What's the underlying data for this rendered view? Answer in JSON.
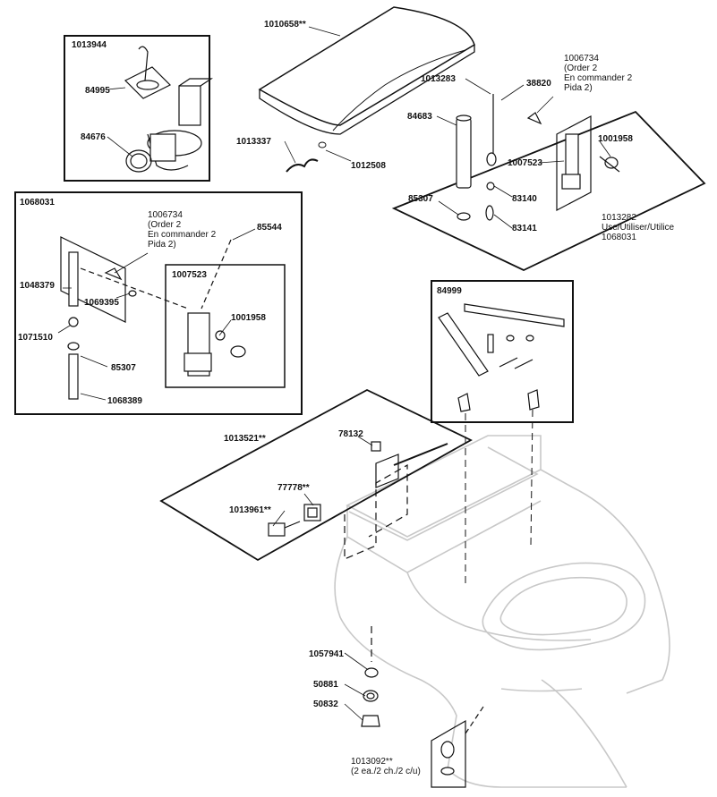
{
  "labels": {
    "box_float_kit": "1013944",
    "float_cup": "84995",
    "flush_valve_kit": "84676",
    "tank_lid": "1010658**",
    "hose": "1013337",
    "clip_small": "1012508",
    "refill_tube": "1013283",
    "washer_top": "38820",
    "order_note_top": "1006734\n(Order 2\nEn commander 2\nPida 2)",
    "overflow_tube": "84683",
    "float_valve_top": "1001958",
    "fill_valve_top": "1007523",
    "washer_mid": "85307",
    "part_83140": "83140",
    "part_83141": "83141",
    "use_note": "1013282\nUse/Utiliser/Utilice\n1068031",
    "box_fill_valve_kit": "1068031",
    "order_note_left": "1006734\n(Order 2\nEn commander 2\nPida 2)",
    "part_85544": "85544",
    "part_1048379": "1048379",
    "part_1069395": "1069395",
    "inner_fill_valve": "1007523",
    "inner_float": "1001958",
    "part_1071510": "1071510",
    "washer_left": "85307",
    "part_1068389": "1068389",
    "box_seat_hinge": "84999",
    "trip_lever_kit": "1013521**",
    "part_78132": "78132",
    "part_77778": "77778**",
    "part_1013961": "1013961**",
    "part_1057941": "1057941",
    "part_50881": "50881",
    "part_50832": "50832",
    "bolt_caps": "1013092**\n(2 ea./2 ch./2 c/u)"
  }
}
